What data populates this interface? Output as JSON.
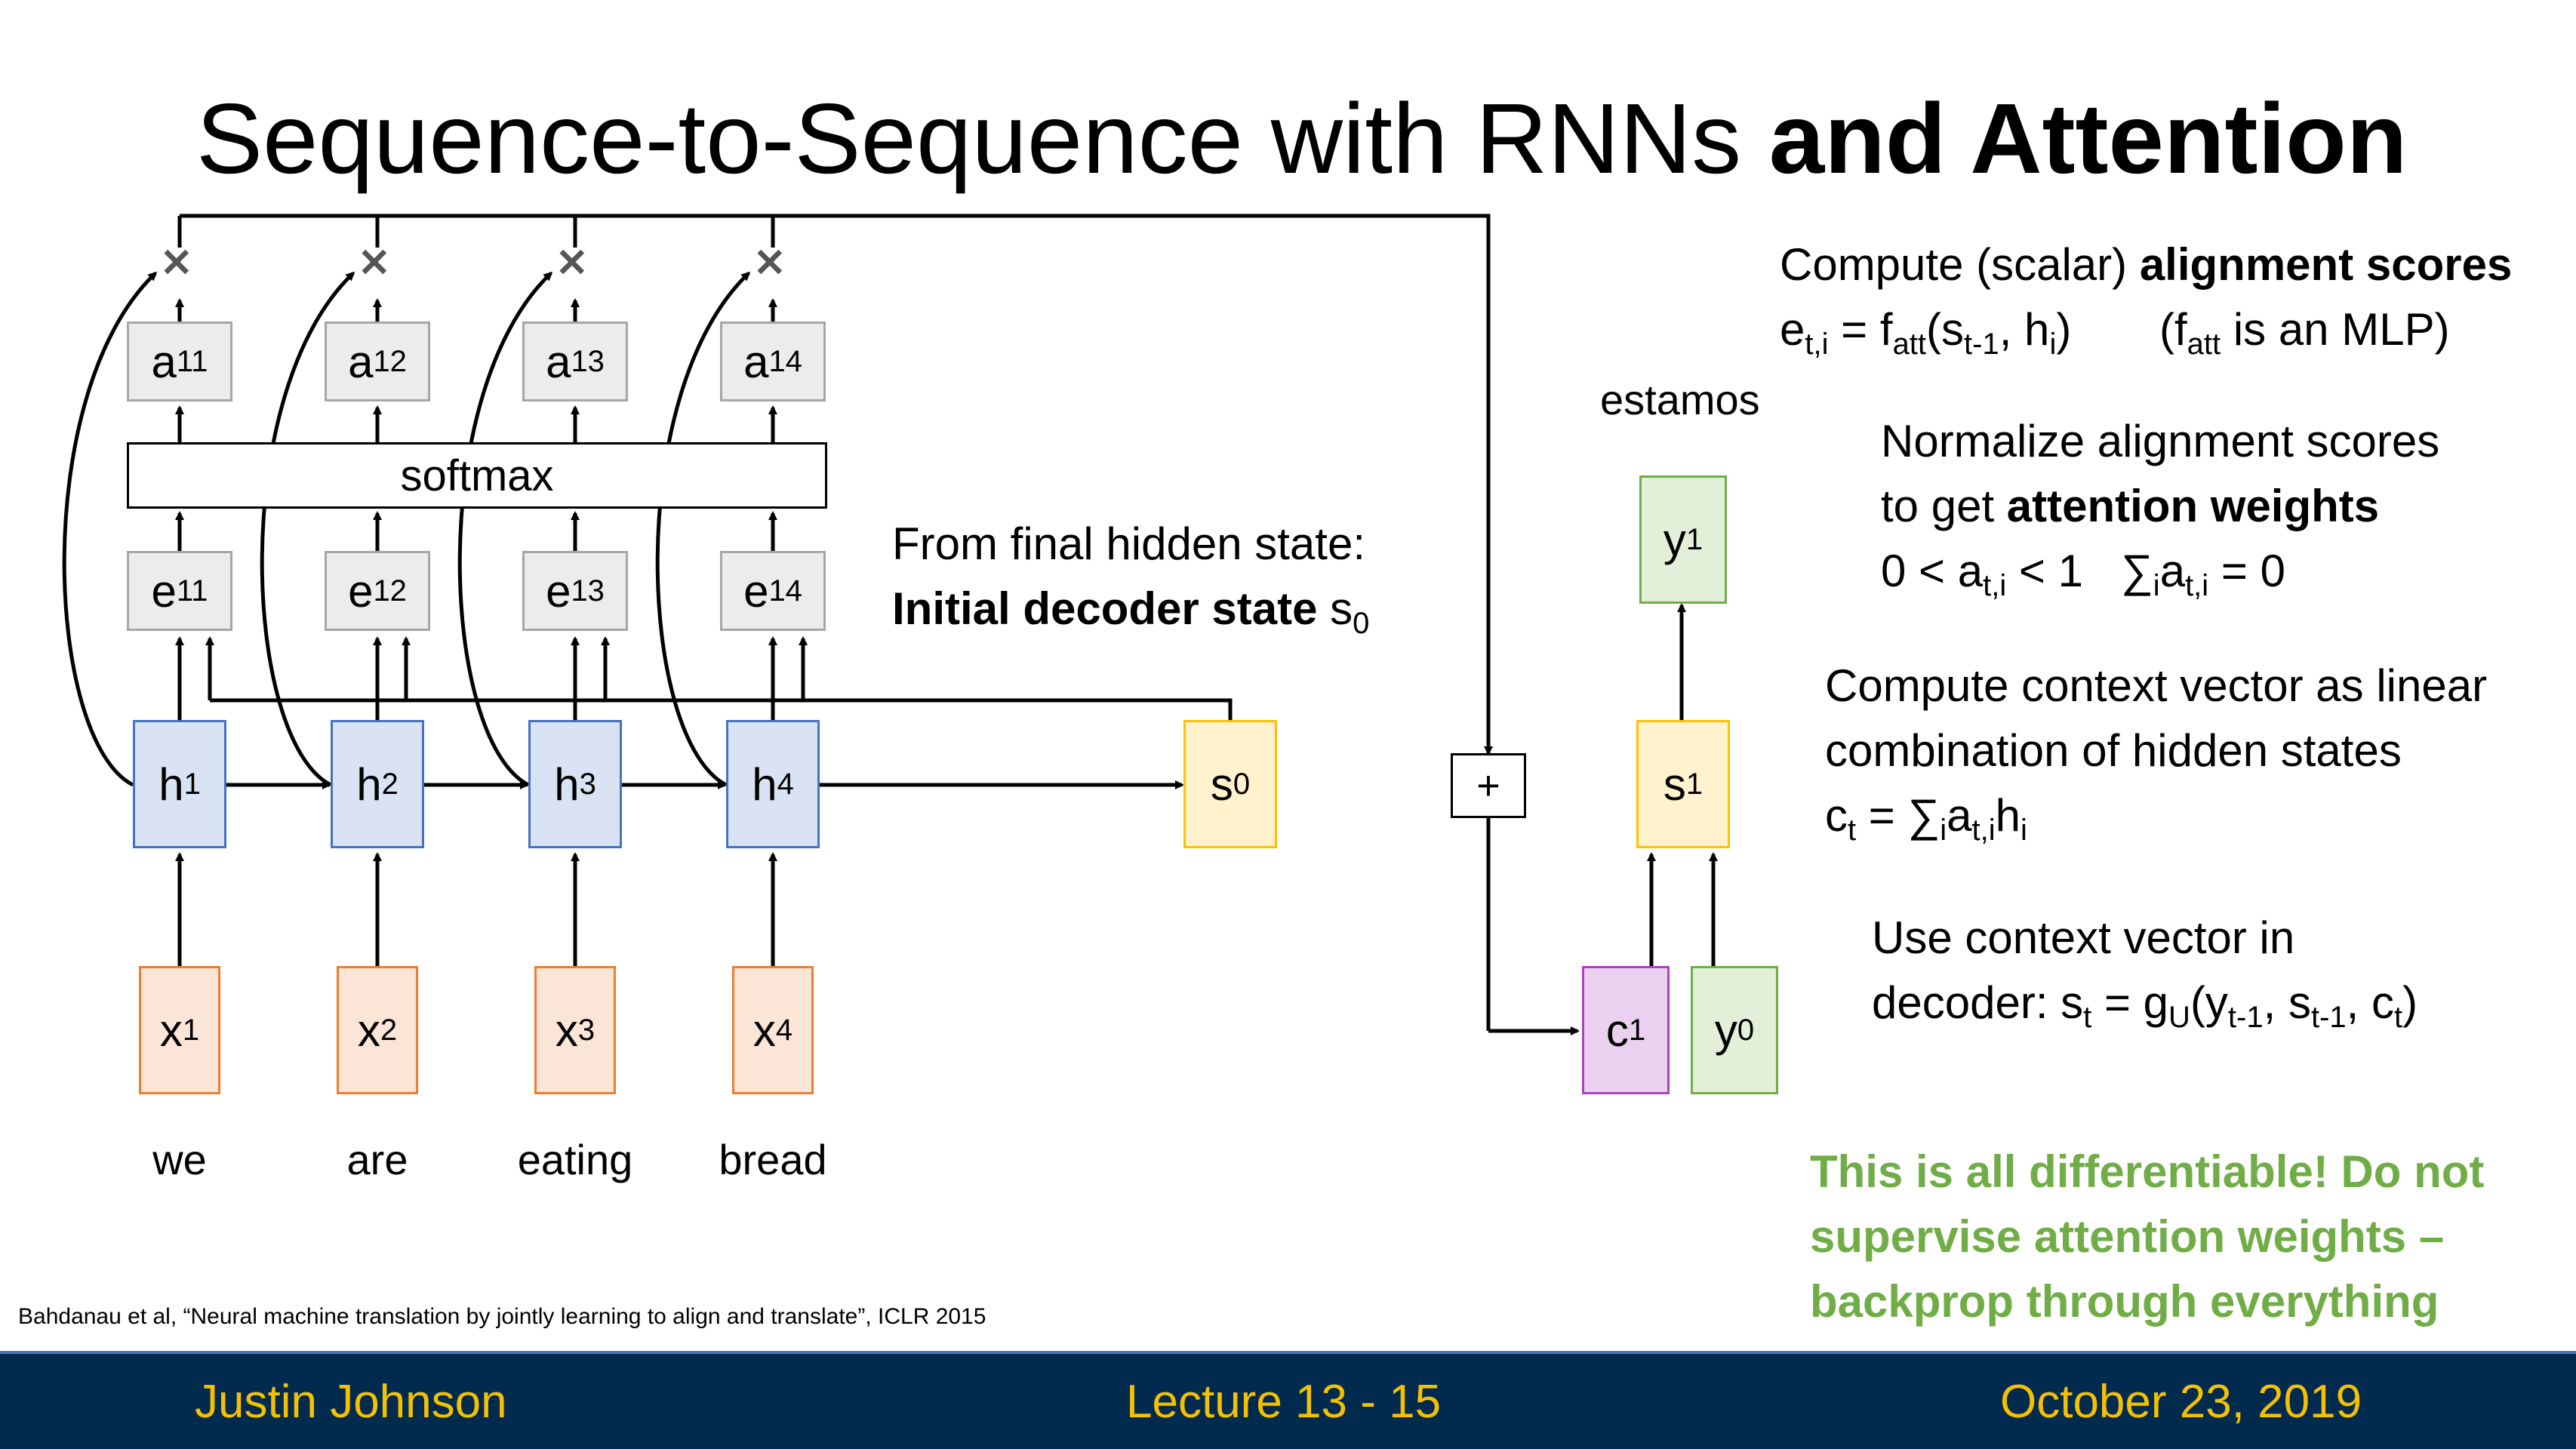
{
  "title": {
    "normal": "Sequence-to-Sequence with RNNs",
    "bold": "and Attention"
  },
  "diagram": {
    "inputs": [
      "x",
      "x",
      "x",
      "x"
    ],
    "input_indices": [
      "1",
      "2",
      "3",
      "4"
    ],
    "words": [
      "we",
      "are",
      "eating",
      "bread"
    ],
    "hidden": [
      "h",
      "h",
      "h",
      "h"
    ],
    "e_indices": [
      "11",
      "12",
      "13",
      "14"
    ],
    "a_indices": [
      "11",
      "12",
      "13",
      "14"
    ],
    "softmax": "softmax",
    "s0": "s",
    "s0_sub": "0",
    "s1": "s",
    "s1_sub": "1",
    "c1": "c",
    "c1_sub": "1",
    "y0": "y",
    "y0_sub": "0",
    "y1": "y",
    "y1_sub": "1",
    "plus": "+",
    "output_word": "estamos",
    "times_symbol": "✕"
  },
  "final_state_note": {
    "line1": "From final hidden state:",
    "line2_bold": "Initial decoder state",
    "line2_var": "s",
    "line2_sub": "0"
  },
  "notes": {
    "alignment": {
      "line1_prefix": "Compute (scalar) ",
      "line1_bold": "alignment scores",
      "line2_formula": "e",
      "line2_mlp_note": "is an MLP)"
    },
    "normalize": {
      "line1": "Normalize alignment scores",
      "line2_prefix": "to get ",
      "line2_bold": "attention weights",
      "line3_a": "0 < a",
      "line3_b": "< 1",
      "line3_c": "= 0"
    },
    "context": {
      "line1": "Compute context vector as linear",
      "line2": "combination of hidden states"
    },
    "decoder": {
      "line1": "Use context vector in",
      "line2_prefix": "decoder: s"
    },
    "differentiable": {
      "line1": "This is all differentiable! Do not",
      "line2": "supervise attention weights –",
      "line3": "backprop through everything"
    }
  },
  "citation": "Bahdanau et al, “Neural machine translation by jointly learning to align and translate”, ICLR 2015",
  "footer": {
    "left": "Justin Johnson",
    "center": "Lecture 13 - 15",
    "right": "October 23, 2019"
  },
  "colors": {
    "footer_bg": "#002a4e",
    "footer_text": "#f5c000",
    "green_note": "#70ad47",
    "encoder_hidden": "#dae3f3",
    "inputs": "#fbe5d6",
    "decoder_state": "#fff2cc",
    "output": "#e2f0d9",
    "context": "#ead1f0"
  }
}
